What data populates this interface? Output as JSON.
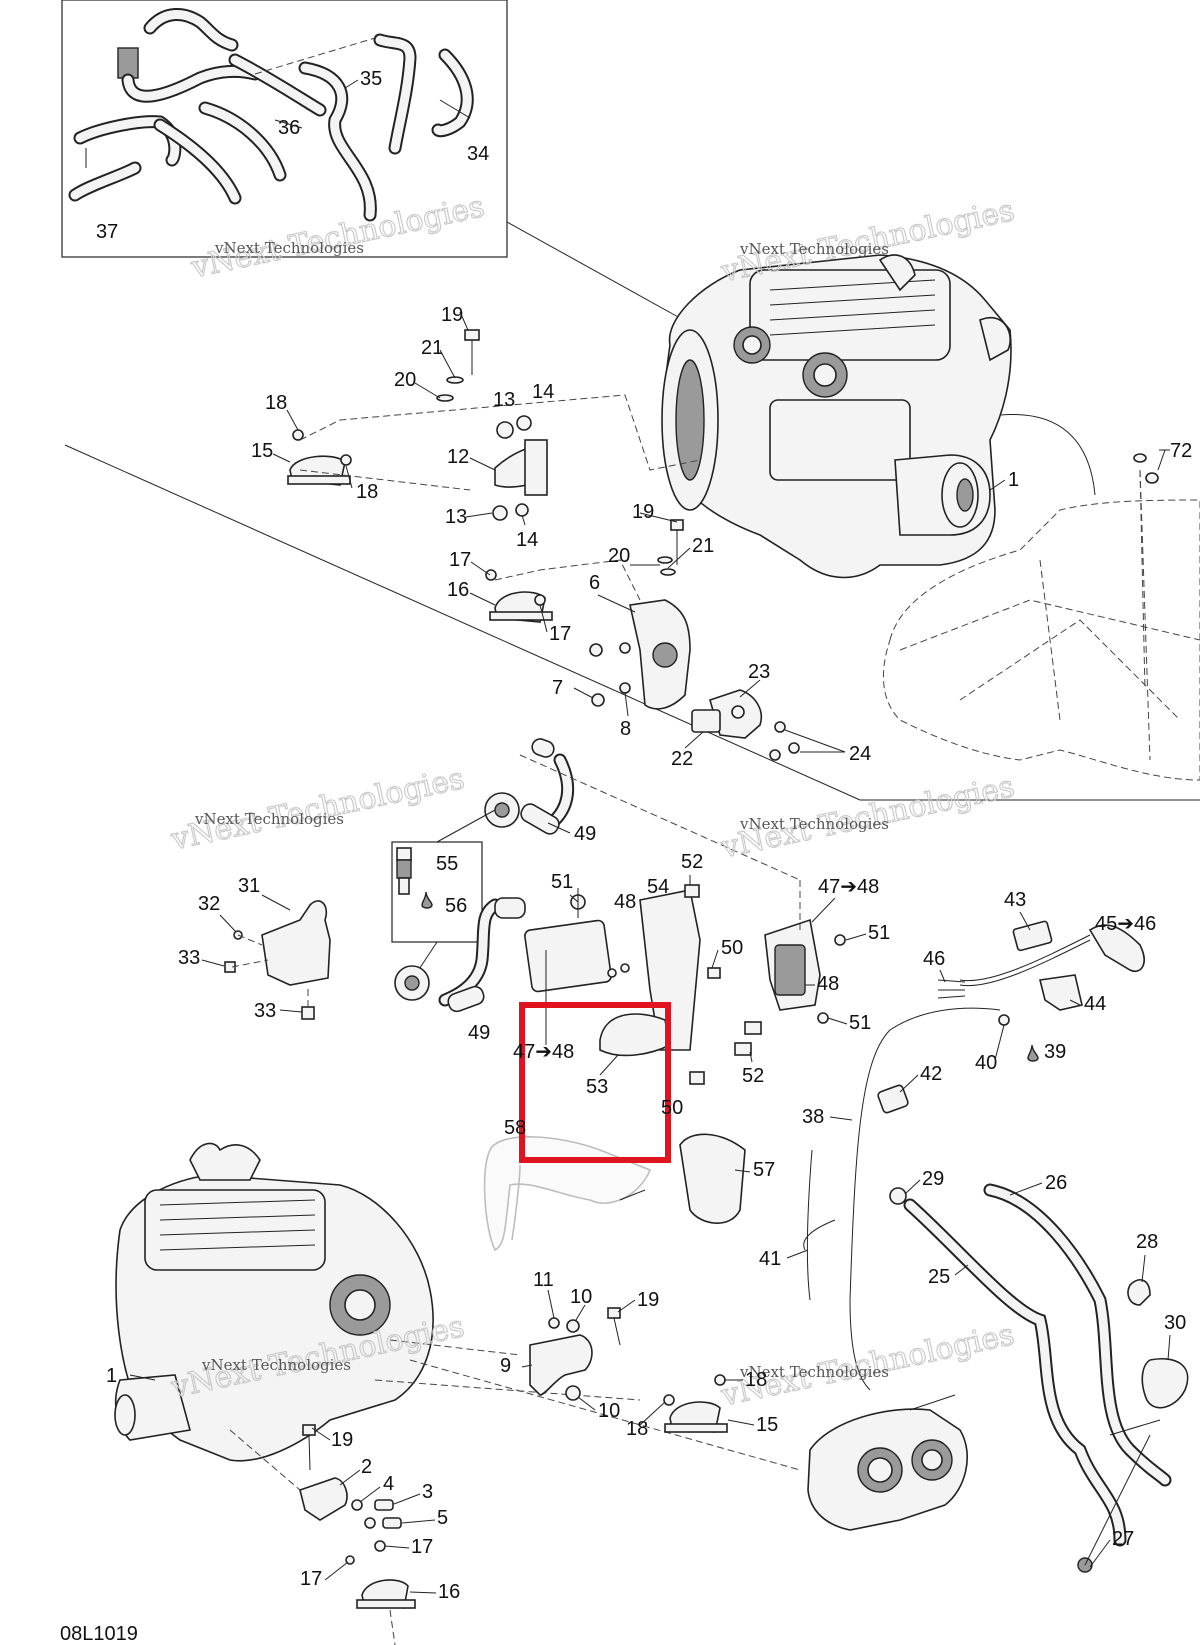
{
  "diagram": {
    "figure_code": "08L1019",
    "watermarks": [
      {
        "small": "vNext Technologies",
        "large": "vNext Technologies"
      },
      {
        "small": "vNext Technologies",
        "large": "vNext Technologies"
      },
      {
        "small": "vNext Technologies",
        "large": "vNext Technologies"
      },
      {
        "small": "vNext Technologies",
        "large": "vNext Technologies"
      },
      {
        "small": "vNext Technologies",
        "large": "vNext Technologies"
      },
      {
        "small": "vNext Technologies",
        "large": "vNext Technologies"
      }
    ],
    "callouts": {
      "c37": "37",
      "c36": "36",
      "c35": "35",
      "c34": "34",
      "c19a": "19",
      "c21a": "21",
      "c20a": "20",
      "c13a": "13",
      "c14a": "14",
      "c18a": "18",
      "c15a": "15",
      "c12": "12",
      "c18b": "18",
      "c13b": "13",
      "c14b": "14",
      "c72": "72",
      "c1a": "1",
      "c19b": "19",
      "c20b": "20",
      "c21b": "21",
      "c17a": "17",
      "c16a": "16",
      "c6": "6",
      "c17b": "17",
      "c7": "7",
      "c8": "8",
      "c23": "23",
      "c22": "22",
      "c24": "24",
      "c49a": "49",
      "c55": "55",
      "c56": "56",
      "c31": "31",
      "c32": "32",
      "c33a": "33",
      "c33b": "33",
      "c49b": "49",
      "c51a": "51",
      "c48a": "48",
      "c54": "54",
      "c52a": "52",
      "c4748a": "47➔48",
      "c51b": "51",
      "c50a": "50",
      "c48b": "48",
      "c51c": "51",
      "c4748b": "47➔48",
      "c53": "53",
      "c52b": "52",
      "c50b": "50",
      "c43": "43",
      "c4546": "45➔46",
      "c46": "46",
      "c44": "44",
      "c39": "39",
      "c40": "40",
      "c42": "42",
      "c38": "38",
      "c58": "58",
      "c57": "57",
      "c29": "29",
      "c26": "26",
      "c41": "41",
      "c25": "25",
      "c28": "28",
      "c30": "30",
      "c11": "11",
      "c10a": "10",
      "c19c": "19",
      "c9": "9",
      "c10b": "10",
      "c18c": "18",
      "c18d": "18",
      "c15b": "15",
      "c1b": "1",
      "c19d": "19",
      "c2": "2",
      "c4": "4",
      "c3": "3",
      "c5": "5",
      "c17c": "17",
      "c17d": "17",
      "c16b": "16",
      "c27": "27"
    },
    "highlight_color": "#e0141e"
  }
}
